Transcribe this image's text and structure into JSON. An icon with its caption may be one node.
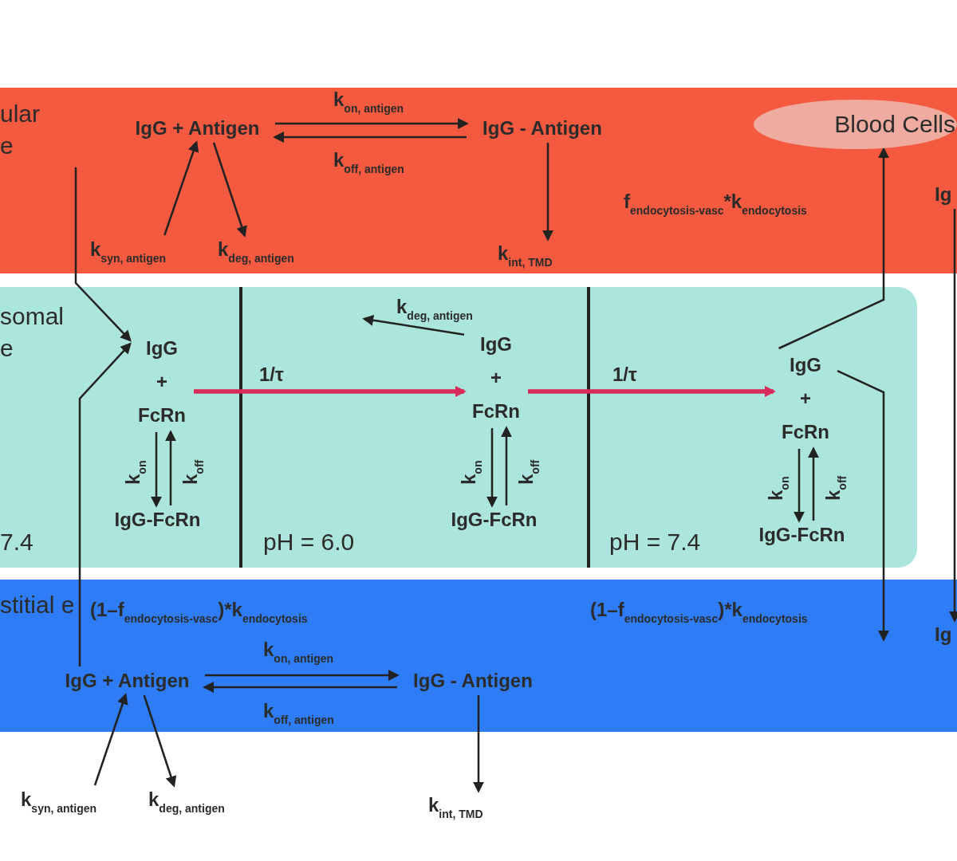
{
  "diagram": {
    "nodes": [
      {
        "text": [
          "ular e"
        ]
      },
      {
        "text": [
          "IgG + Antigen"
        ],
        "in": 0
      },
      {
        "text": [
          "IgG - Antigen"
        ],
        "in": 0
      },
      {
        "text": [
          "Blood Cells"
        ],
        "in": 0
      },
      {
        "text": [
          "k$_{syn, antigen}$"
        ],
        "in": 0
      },
      {
        "text": [
          "k$_{deg, antigen}$"
        ],
        "in": 0
      },
      {
        "text": [
          "k$_{int, TMD}$"
        ],
        "in": 0
      },
      {
        "text": [
          "Ig"
        ],
        "in": 0
      },
      {
        "text": [
          "somal e"
        ]
      },
      {
        "text": [
          "IgG + FcRn"
        ],
        "in": 8
      },
      {
        "text": [
          "IgG-FcRn"
        ],
        "in": 8
      },
      {
        "text": [
          "IgG + FcRn"
        ],
        "in": 8
      },
      {
        "text": [
          "IgG-FcRn"
        ],
        "in": 8
      },
      {
        "text": [
          "IgG + FcRn"
        ],
        "in": 8
      },
      {
        "text": [
          "IgG-FcRn"
        ],
        "in": 8
      },
      {
        "text": [
          "stitial e"
        ]
      },
      {
        "text": [
          "IgG + Antigen"
        ],
        "in": 15
      },
      {
        "text": [
          "IgG - Antigen"
        ],
        "in": 15
      },
      {
        "text": [
          "Ig"
        ],
        "in": 15
      },
      {
        "text": [
          "k$_{syn, antigen}$"
        ]
      },
      {
        "text": [
          "k$_{deg, antigen}$"
        ]
      },
      {
        "text": [
          "k$_{int, TMD}$"
        ]
      }
    ],
    "edges": [
      {
        "from": 1,
        "to": 2,
        "arrow": "to",
        "label": "k$_{on, antigen}$"
      },
      {
        "from": 2,
        "to": 1,
        "arrow": "to",
        "label": "k$_{off, antigen}$"
      },
      {
        "from": 4,
        "to": 1,
        "arrow": "to"
      },
      {
        "from": 1,
        "to": 5,
        "arrow": "to"
      },
      {
        "from": 2,
        "to": 6,
        "arrow": "to"
      },
      {
        "from": null,
        "to": 9,
        "arrow": "to"
      },
      {
        "from": 16,
        "to": 9,
        "arrow": "to"
      },
      {
        "from": 9,
        "to": 10,
        "arrow": "to",
        "label": "k$_{on}$"
      },
      {
        "from": 10,
        "to": 9,
        "arrow": "to",
        "label": "k$_{off}$"
      },
      {
        "from": 9,
        "to": 11,
        "arrow": "to",
        "label": "1/τ",
        "style": "thick",
        "color": "#d92b5b"
      },
      {
        "from": 11,
        "to": 13,
        "arrow": "to",
        "label": "1/τ",
        "style": "thick",
        "color": "#d92b5b"
      },
      {
        "from": 11,
        "to": null,
        "arrow": "to",
        "label": "k$_{deg, antigen}$"
      },
      {
        "from": 11,
        "to": 12,
        "arrow": "to",
        "label": "k$_{on}$"
      },
      {
        "from": 12,
        "to": 11,
        "arrow": "to",
        "label": "k$_{off}$"
      },
      {
        "from": 13,
        "to": 14,
        "arrow": "to",
        "label": "k$_{on}$"
      },
      {
        "from": 14,
        "to": 13,
        "arrow": "to",
        "label": "k$_{off}$"
      },
      {
        "from": 13,
        "to": 3,
        "arrow": "to"
      },
      {
        "from": 13,
        "to": null,
        "arrow": "to"
      },
      {
        "from": 7,
        "to": 18,
        "arrow": "to"
      },
      {
        "from": 16,
        "to": 17,
        "arrow": "to",
        "label": "k$_{on, antigen}$"
      },
      {
        "from": 17,
        "to": 16,
        "arrow": "to",
        "label": "k$_{off, antigen}$"
      },
      {
        "from": 19,
        "to": 16,
        "arrow": "to"
      },
      {
        "from": 16,
        "to": 20,
        "arrow": "to"
      },
      {
        "from": 17,
        "to": 21,
        "arrow": "to"
      }
    ],
    "labels": [
      "f$_{endocytosis-vasc}$*k$_{endocytosis}$",
      "7.4",
      "pH = 6.0",
      "pH = 7.4",
      "(1–f$_{endocytosis-vasc}$)*k$_{endocytosis}$",
      "(1–f$_{endocytosis-vasc}$)*k$_{endocytosis}$"
    ]
  }
}
